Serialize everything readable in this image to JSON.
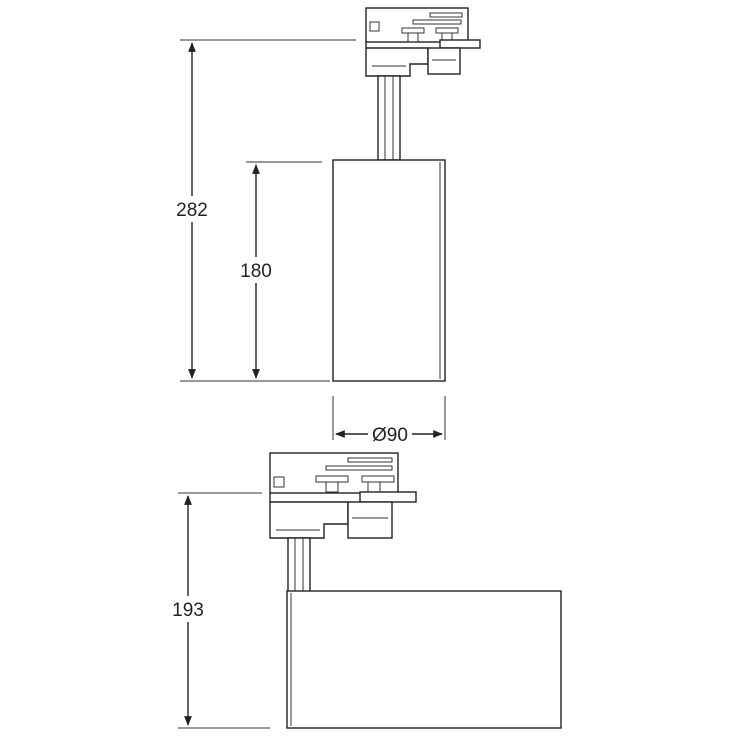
{
  "dimensions": {
    "overall_height": "282",
    "body_height": "180",
    "diameter": "Ø90",
    "side_height": "193"
  }
}
